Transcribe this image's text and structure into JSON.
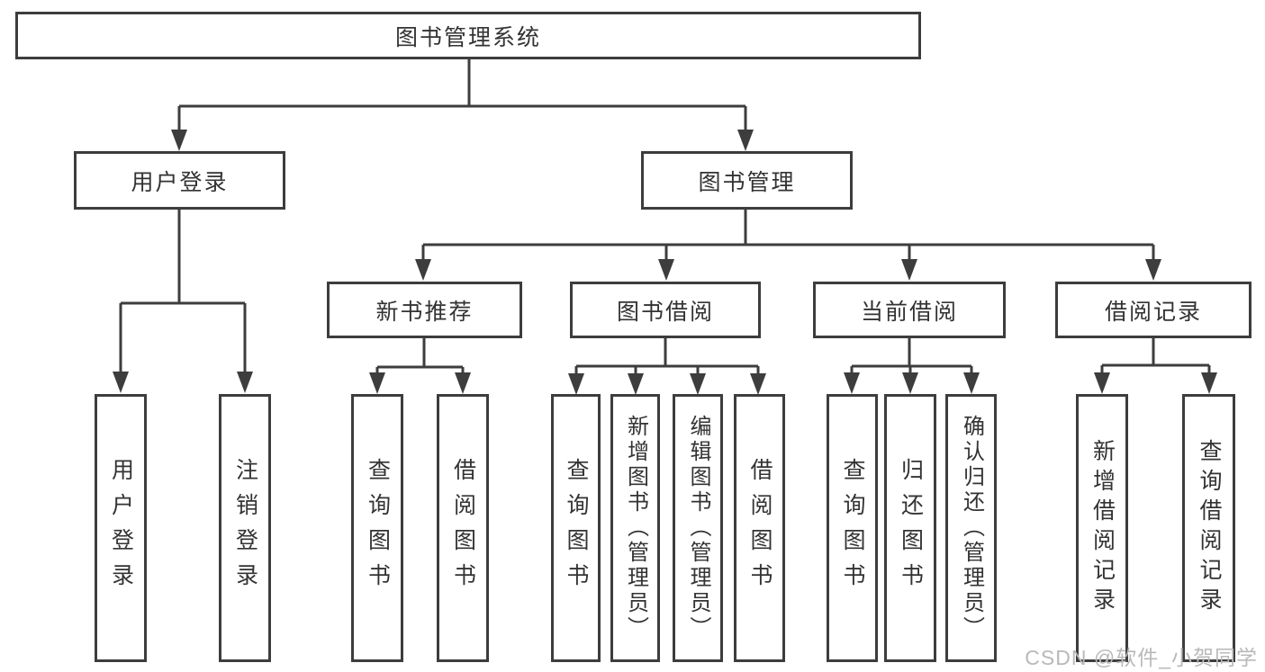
{
  "diagram": {
    "root": {
      "label": "图书管理系统"
    },
    "branches": {
      "user": {
        "label": "用户登录",
        "children": {
          "login": {
            "label": "用户登录"
          },
          "logout": {
            "label": "注销登录"
          }
        }
      },
      "books": {
        "label": "图书管理",
        "sections": {
          "recommend": {
            "label": "新书推荐",
            "children": {
              "query": {
                "label": "查询图书"
              },
              "borrow": {
                "label": "借阅图书"
              }
            }
          },
          "borrowing": {
            "label": "图书借阅",
            "children": {
              "query": {
                "label": "查询图书"
              },
              "add": {
                "label": "新增图书（管理员）"
              },
              "edit": {
                "label": "编辑图书（管理员）"
              },
              "borrow": {
                "label": "借阅图书"
              }
            }
          },
          "current": {
            "label": "当前借阅",
            "children": {
              "query": {
                "label": "查询图书"
              },
              "return": {
                "label": "归还图书"
              },
              "confirm": {
                "label": "确认归还（管理员）"
              }
            }
          },
          "records": {
            "label": "借阅记录",
            "children": {
              "add": {
                "label": "新增借阅记录"
              },
              "query": {
                "label": "查询借阅记录"
              }
            }
          }
        }
      }
    }
  },
  "watermark": {
    "text": "CSDN @软件_小贺同学",
    "color": "#b9b9b9"
  },
  "colors": {
    "line": "#3d3d3d",
    "text": "#333333",
    "background": "#ffffff"
  }
}
